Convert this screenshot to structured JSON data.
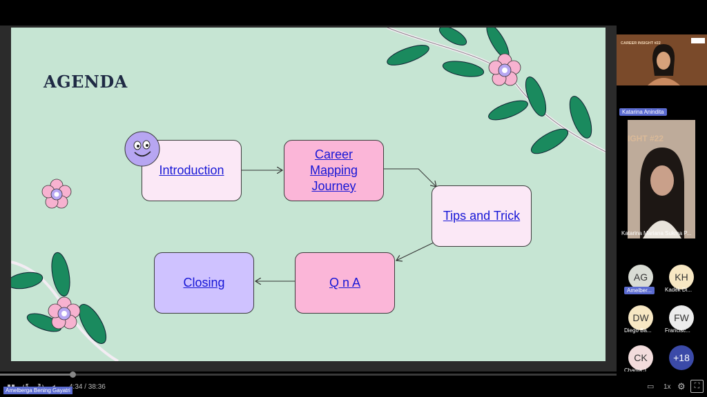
{
  "slide": {
    "title": "AGENDA",
    "steps": {
      "intro": "Introduction",
      "career_l1": "Career",
      "career_l2": "Mapping",
      "career_l3": "Journey",
      "tips": "Tips and Trick",
      "qna": "Q n A",
      "closing": "Closing"
    }
  },
  "participants_panel": {
    "top_tile": {
      "banner": "CAREER INSIGHT #22"
    },
    "active_speaker_badge": "Katarina Anindita",
    "pinned_tile": {
      "banner": "IGHT #22",
      "name": "Katarina Mariana Sukma P..."
    },
    "avatars": [
      {
        "initials": "AG",
        "name": "Amelber...",
        "color": "#d9dcd4",
        "highlight": true
      },
      {
        "initials": "KH",
        "name": "Kadek Di...",
        "color": "#f7e7c3",
        "highlight": false
      },
      {
        "initials": "DW",
        "name": "Diego Ba...",
        "color": "#f7e7c3",
        "highlight": false
      },
      {
        "initials": "FW",
        "name": "Francisc...",
        "color": "#ececec",
        "highlight": false
      },
      {
        "initials": "CK",
        "name": "Chanta J...",
        "color": "#f2dcdc",
        "highlight": false
      },
      {
        "initials": "+18",
        "name": "",
        "color": "#3b4aa8",
        "highlight": false
      }
    ]
  },
  "player": {
    "time": "4:34 / 38:36",
    "progress_fraction": 0.118,
    "speed": "1x",
    "presenter": "Amelberga Bening Gayatri"
  },
  "colors": {
    "slide_bg": "#c6e5d3",
    "link": "#1616d6",
    "badge": "#5b6bd0"
  }
}
